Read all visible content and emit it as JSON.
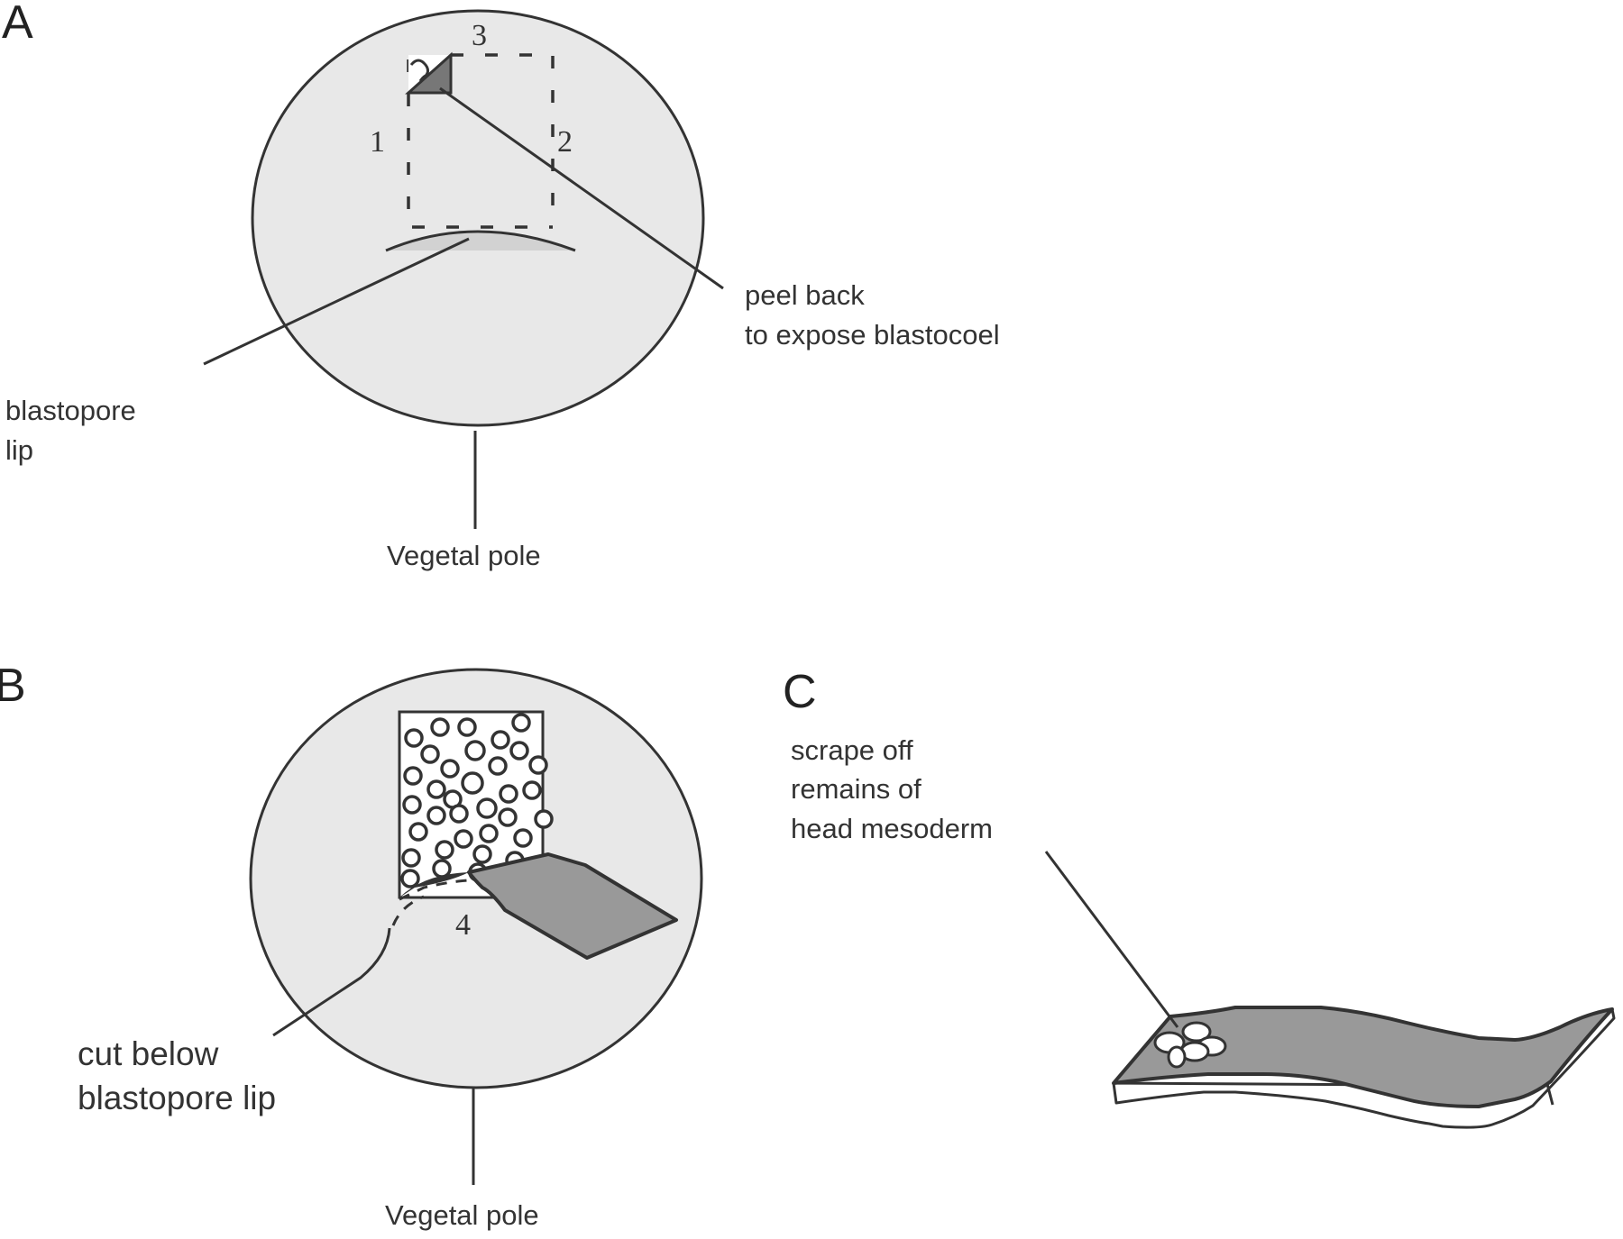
{
  "colors": {
    "embryo_fill": "#e8e8e8",
    "outline": "#333333",
    "flap_fill": "#999999",
    "flap_dark": "#333333",
    "lip_shadow": "#d2d2d2",
    "tissue_fill": "#ffffff"
  },
  "panels": {
    "A": {
      "letter": "A",
      "cut_numbers": [
        "1",
        "2",
        "3"
      ],
      "labels": {
        "peel_line1": "peel back",
        "peel_line2": "to expose blastocoel",
        "lip_line1": "blastopore",
        "lip_line2": "lip",
        "pole": "Vegetal pole"
      }
    },
    "B": {
      "letter": "B",
      "cut_number": "4",
      "labels": {
        "cut_line1": "cut below",
        "cut_line2": "blastopore lip",
        "pole": "Vegetal pole"
      }
    },
    "C": {
      "letter": "C",
      "labels": {
        "line1": "scrape off",
        "line2": "remains of",
        "line3": "head mesoderm"
      }
    }
  }
}
